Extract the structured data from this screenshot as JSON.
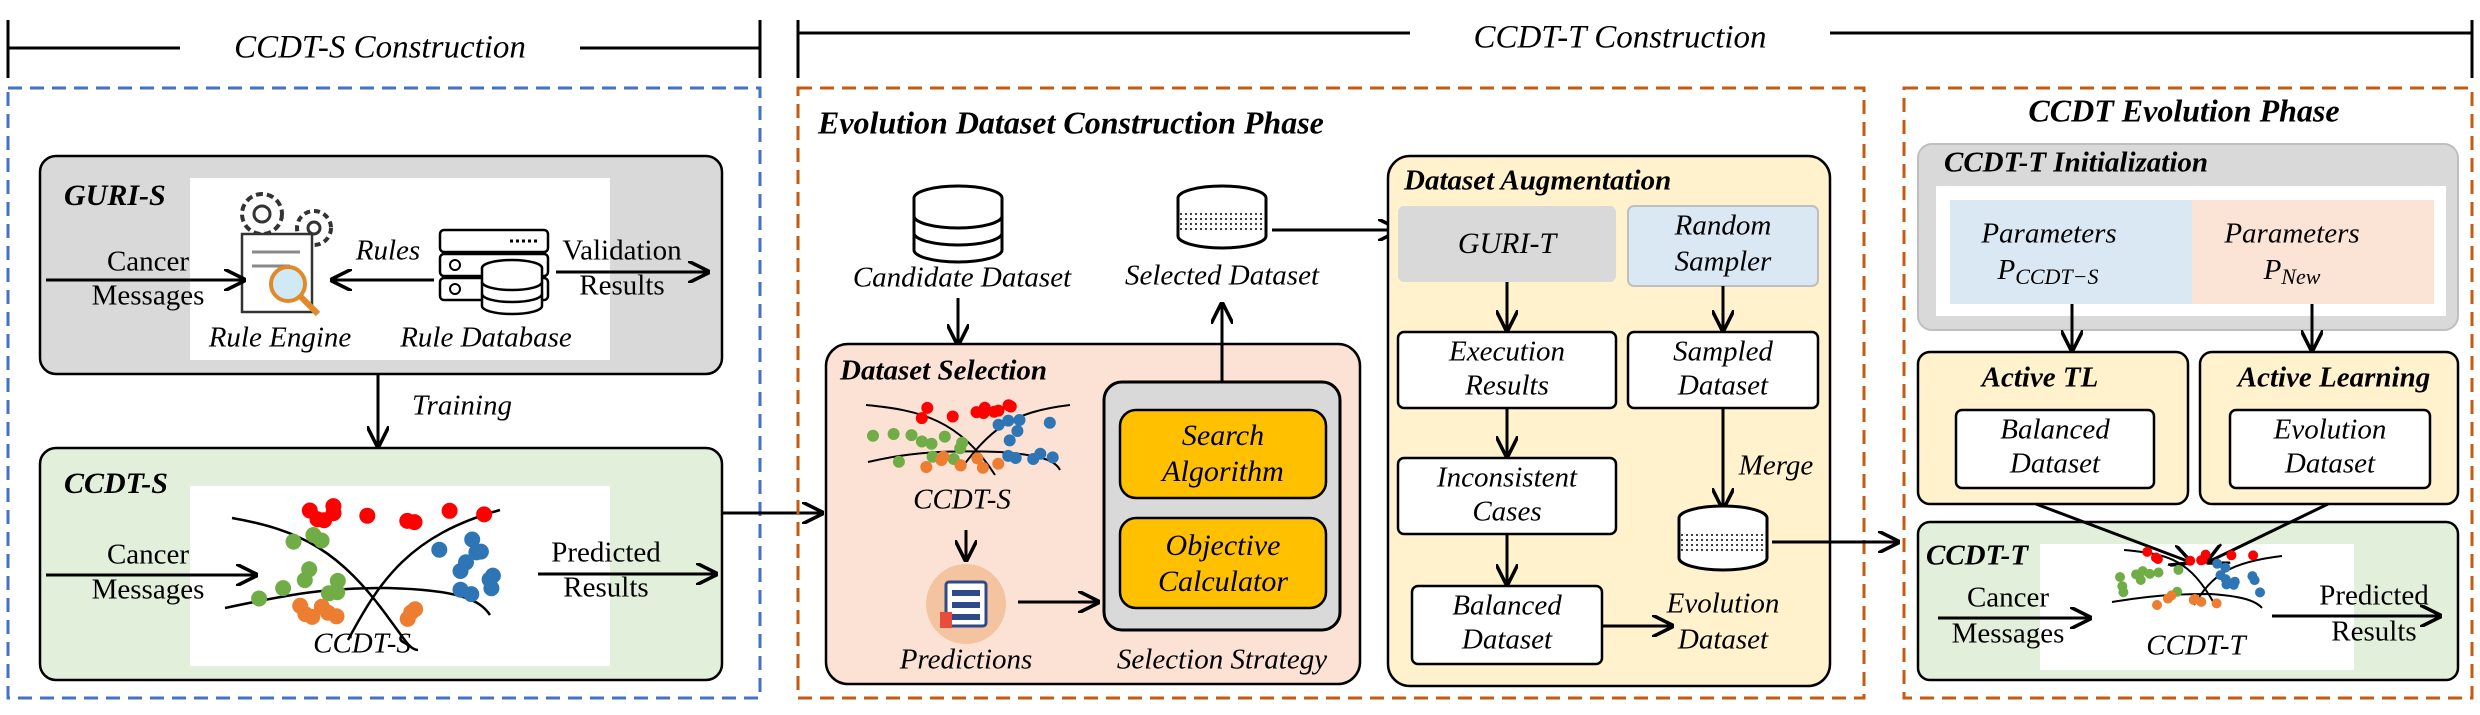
{
  "headers": {
    "s_construction": "CCDT-S Construction",
    "t_construction": "CCDT-T Construction"
  },
  "guri_s": {
    "title": "GURI-S",
    "input": [
      "Cancer",
      "Messages"
    ],
    "rules_label": "Rules",
    "output": [
      "Validation",
      "Results"
    ],
    "rule_engine": "Rule Engine",
    "rule_database": "Rule Database"
  },
  "training_label": "Training",
  "ccdt_s": {
    "title": "CCDT-S",
    "input": [
      "Cancer",
      "Messages"
    ],
    "output": [
      "Predicted",
      "Results"
    ],
    "model_label": "CCDT-S"
  },
  "evolution_construction": {
    "title": "Evolution Dataset Construction Phase",
    "candidate_dataset": "Candidate Dataset",
    "selected_dataset": "Selected Dataset",
    "dataset_selection": {
      "title": "Dataset Selection",
      "model_label": "CCDT-S",
      "predictions": "Predictions",
      "selection_strategy": "Selection Strategy",
      "search_algorithm": [
        "Search",
        "Algorithm"
      ],
      "objective_calculator": [
        "Objective",
        "Calculator"
      ]
    },
    "augmentation": {
      "title": "Dataset Augmentation",
      "guri_t": "GURI-T",
      "random_sampler": [
        "Random",
        "Sampler"
      ],
      "execution_results": [
        "Execution",
        "Results"
      ],
      "sampled_dataset": [
        "Sampled",
        "Dataset"
      ],
      "inconsistent_cases": [
        "Inconsistent",
        "Cases"
      ],
      "merge": "Merge",
      "balanced_dataset": [
        "Balanced",
        "Dataset"
      ],
      "evolution_dataset": [
        "Evolution",
        "Dataset"
      ]
    }
  },
  "ccdt_evolution": {
    "title": "CCDT Evolution Phase",
    "init": {
      "title": "CCDT-T Initialization",
      "params_s": {
        "line1": "Parameters",
        "sym": "P",
        "sub": "CCDT−S"
      },
      "params_new": {
        "line1": "Parameters",
        "sym": "P",
        "sub": "New"
      }
    },
    "active_tl": {
      "title": "Active TL",
      "content": [
        "Balanced",
        "Dataset"
      ]
    },
    "active_learning": {
      "title": "Active Learning",
      "content": [
        "Evolution",
        "Dataset"
      ]
    },
    "ccdt_t": {
      "title": "CCDT-T",
      "input": [
        "Cancer",
        "Messages"
      ],
      "output": [
        "Predicted",
        "Results"
      ],
      "model_label": "CCDT-T"
    }
  },
  "colors": {
    "blue_frame": "#4472c4",
    "orange_frame": "#c55a11",
    "gray_panel": "#d9d9d9",
    "green_panel": "#e2efda",
    "salmon_panel": "#fbe2d5",
    "yellow_panel": "#fff2cc",
    "gold_box": "#ffc000",
    "light_blue": "#dae8f4",
    "peach": "#fbe4d6",
    "dot_red": "#ff0000",
    "dot_green": "#70ad47",
    "dot_orange": "#ed7d31",
    "dot_blue": "#2e75b6"
  }
}
